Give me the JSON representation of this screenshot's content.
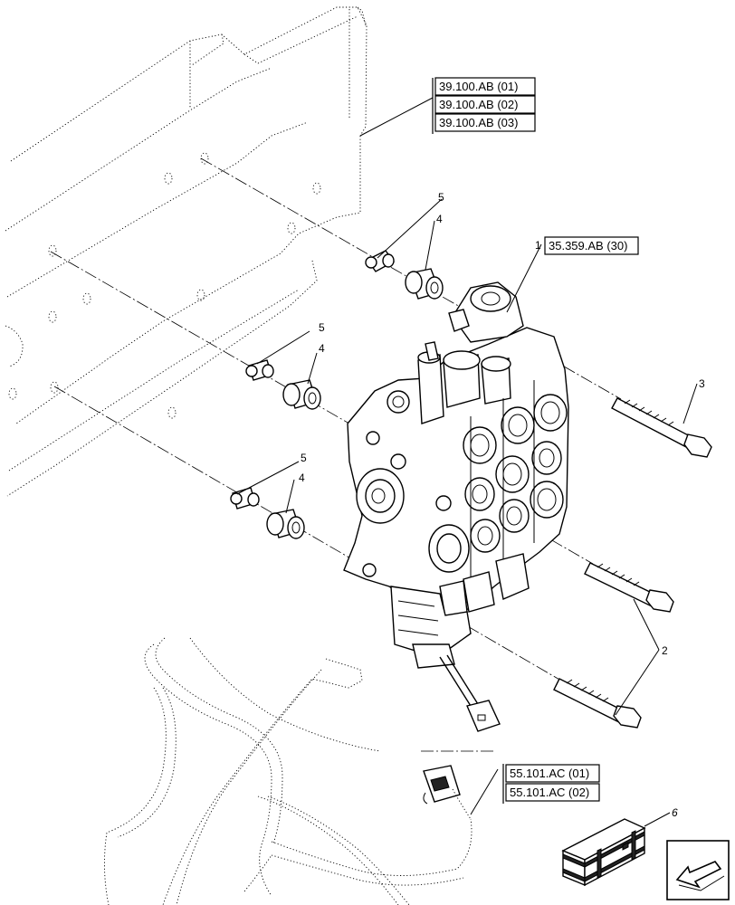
{
  "references": {
    "frame": [
      "39.100.AB (01)",
      "39.100.AB (02)",
      "39.100.AB (03)"
    ],
    "valve": "35.359.AB (30)",
    "harness": [
      "55.101.AC (01)",
      "55.101.AC (02)"
    ]
  },
  "callouts": {
    "valve": "1",
    "bolts_long": "2",
    "bolt_short": "3",
    "spacer": "4",
    "bushing": "5",
    "kit": "6"
  },
  "icons": {
    "kit": "crate-icon",
    "navigation": "arrow-icon"
  }
}
